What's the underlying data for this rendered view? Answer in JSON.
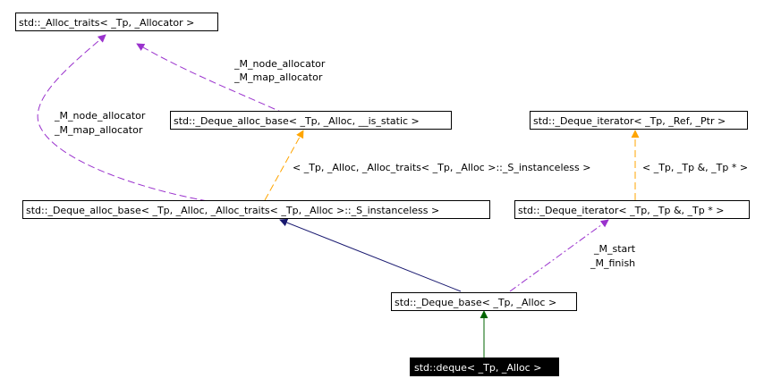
{
  "nodes": {
    "alloc_traits": "std::_Alloc_traits< _Tp, _Allocator >",
    "deque_alloc_base_static": "std::_Deque_alloc_base< _Tp, _Alloc, __is_static >",
    "deque_iterator_ref_ptr": "std::_Deque_iterator< _Tp, _Ref, _Ptr >",
    "deque_alloc_base_inst": "std::_Deque_alloc_base< _Tp, _Alloc, _Alloc_traits< _Tp, _Alloc >::_S_instanceless >",
    "deque_iterator_tp": "std::_Deque_iterator< _Tp, _Tp &, _Tp * >",
    "deque_base": "std::_Deque_base< _Tp, _Alloc >",
    "deque": "std::deque< _Tp, _Alloc >"
  },
  "edge_labels": {
    "member_upper_1": "_M_node_allocator",
    "member_upper_2": "_M_map_allocator",
    "member_left_1": "_M_node_allocator",
    "member_left_2": "_M_map_allocator",
    "template_alloc_base": "< _Tp, _Alloc, _Alloc_traits< _Tp, _Alloc >::_S_instanceless >",
    "template_iterator": "< _Tp, _Tp &, _Tp * >",
    "member_start": "_M_start",
    "member_finish": "_M_finish"
  },
  "colors": {
    "usage": "#9a32cd",
    "template": "#ffa500",
    "public_inheritance": "#191970",
    "inheritance_root": "#006400",
    "root_fill": "#000000",
    "root_text": "#ffffff"
  }
}
